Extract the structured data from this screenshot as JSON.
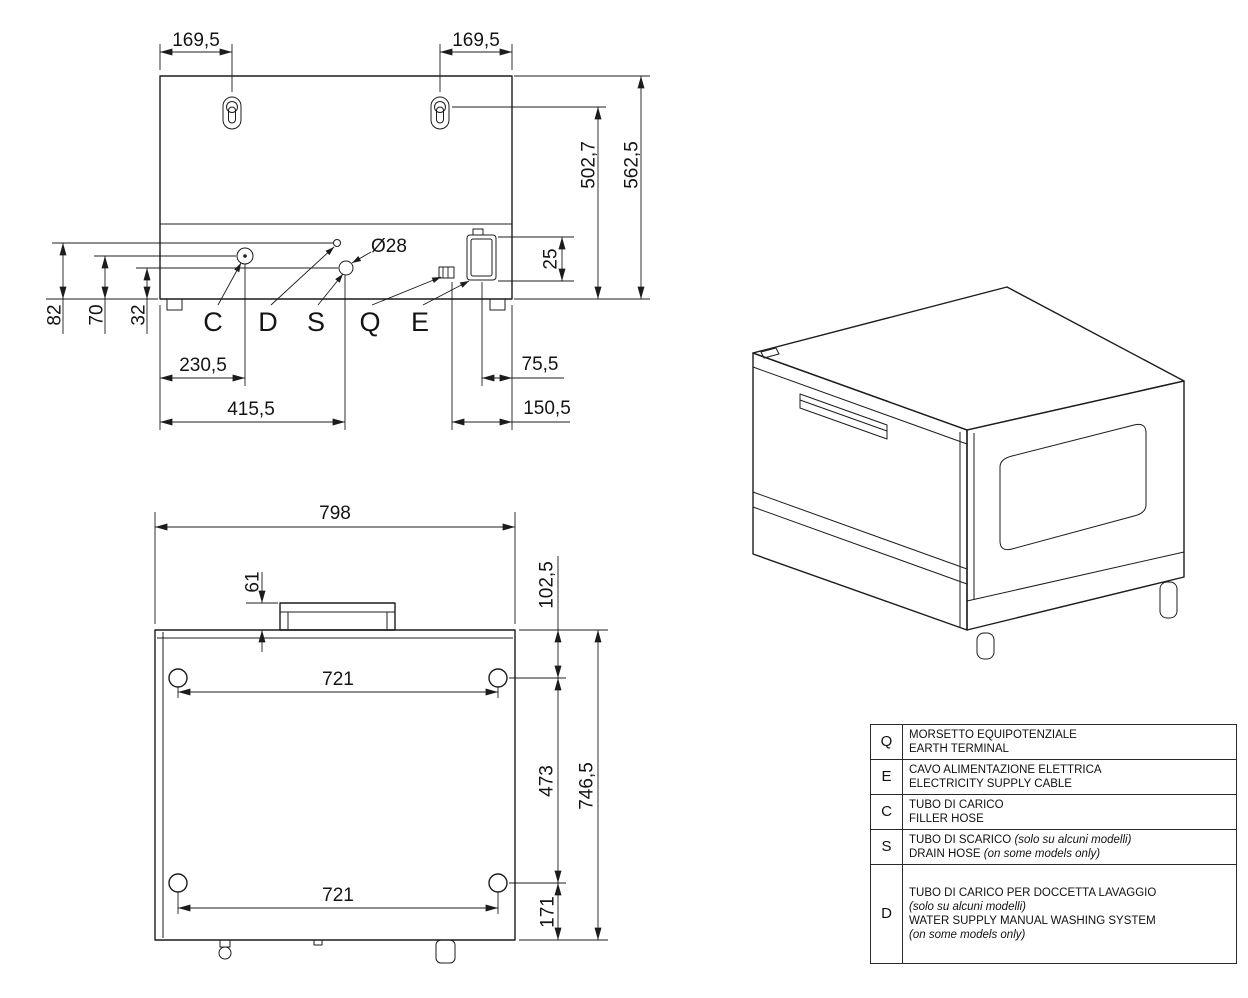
{
  "rear_view": {
    "dims": {
      "slot_left_offset": "169,5",
      "slot_right_offset": "169,5",
      "keyhole_to_base": "502,7",
      "total_height": "562,5",
      "cable_box_height": "25",
      "hole_diameter": "Ø28",
      "height_d": "82",
      "height_c": "70",
      "height_s": "32",
      "c_from_left": "230,5",
      "s_from_left": "415,5",
      "e_from_right": "75,5",
      "q_from_right": "150,5"
    },
    "labels": {
      "c": "C",
      "d": "D",
      "s": "S",
      "q": "Q",
      "e": "E"
    }
  },
  "top_view": {
    "dims": {
      "width": "798",
      "handle_depth": "61",
      "front_to_front_feet": "102,5",
      "front_feet_span": "721",
      "feet_depth_span": "473",
      "total_depth": "746,5",
      "rear_feet_span": "721",
      "rear_feet_to_back": "171"
    }
  },
  "legend": {
    "q": {
      "key": "Q",
      "line1": "MORSETTO EQUIPOTENZIALE",
      "line2": "EARTH TERMINAL"
    },
    "e": {
      "key": "E",
      "line1": "CAVO ALIMENTAZIONE ELETTRICA",
      "line2": "ELECTRICITY SUPPLY CABLE"
    },
    "c": {
      "key": "C",
      "line1": "TUBO DI CARICO",
      "line2": "FILLER HOSE"
    },
    "s": {
      "key": "S",
      "line1a": "TUBO DI SCARICO ",
      "line1b": "(solo su alcuni modelli)",
      "line2a": "DRAIN HOSE ",
      "line2b": "(on some models only)"
    },
    "d": {
      "key": "D",
      "line1": "TUBO DI CARICO PER DOCCETTA LAVAGGIO",
      "line2": "(solo su alcuni modelli)",
      "line3": "WATER SUPPLY MANUAL WASHING SYSTEM",
      "line4": "(on some models only)"
    }
  }
}
